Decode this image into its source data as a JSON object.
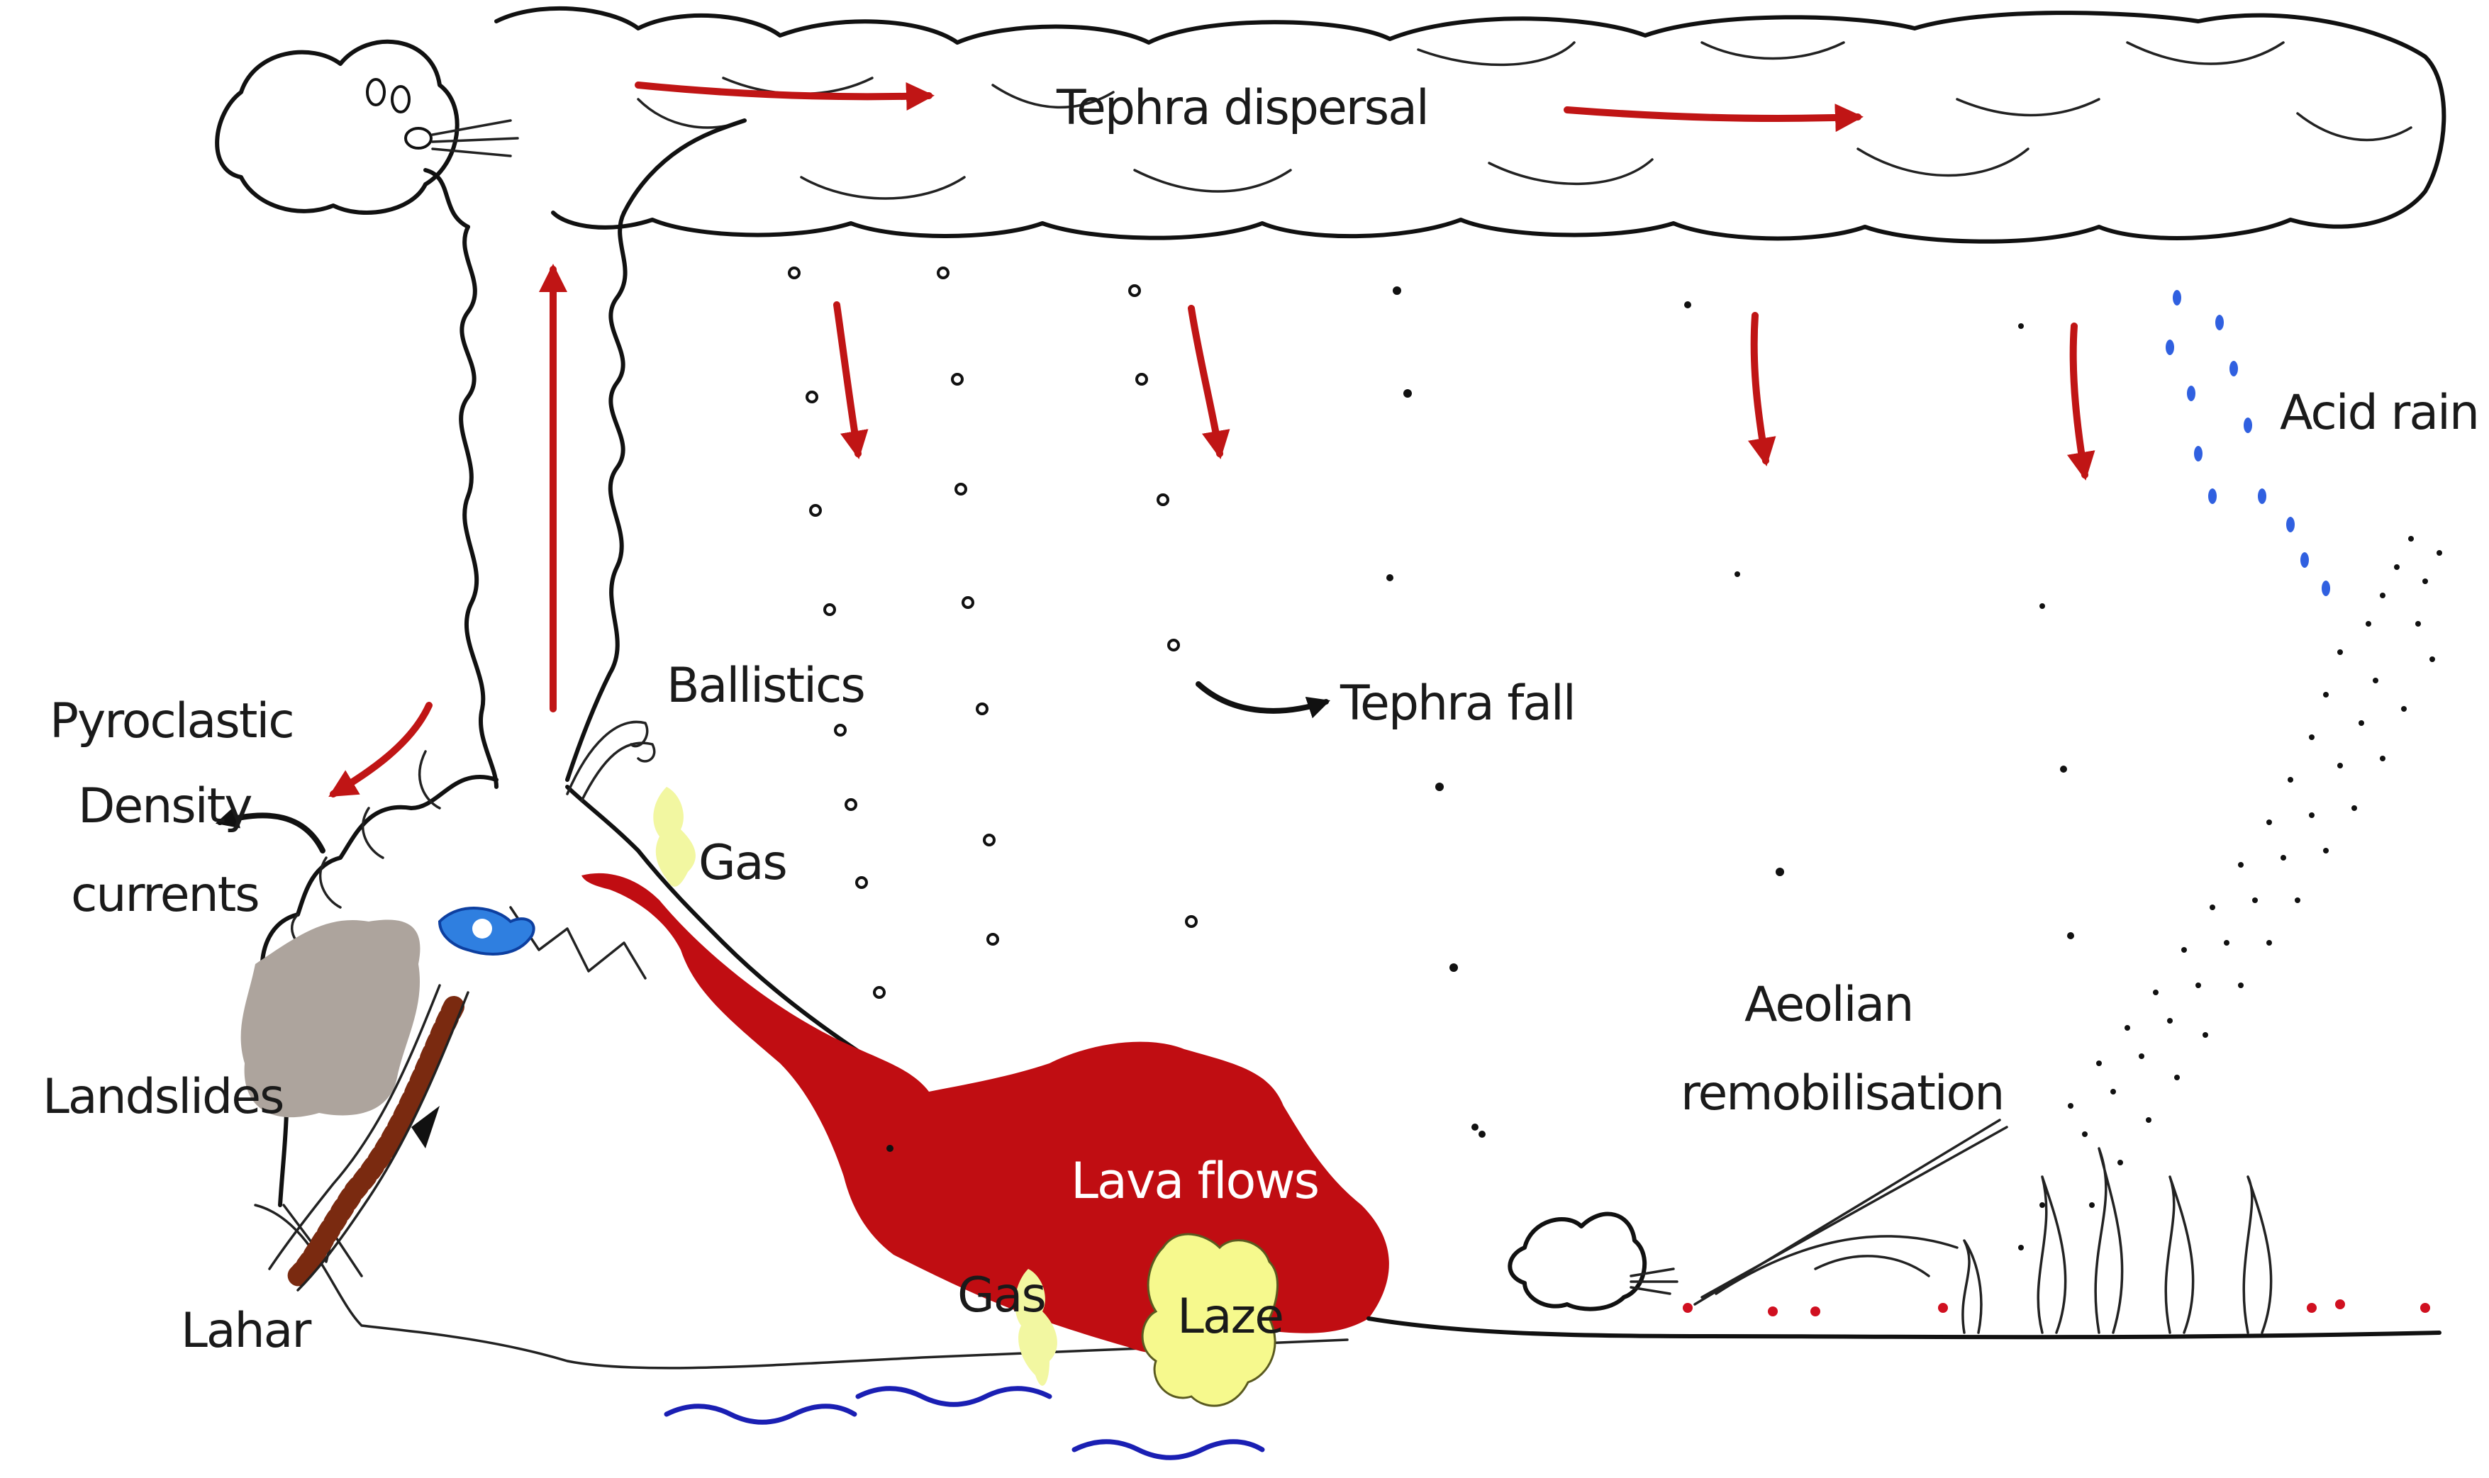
{
  "labels": {
    "tephra_dispersal": "Tephra dispersal",
    "acid_rain": "Acid rain",
    "ballistics": "Ballistics",
    "tephra_fall": "Tephra fall",
    "pdc_line1": "Pyroclastic",
    "pdc_line2": "Density",
    "pdc_line3": "currents",
    "gas_upper": "Gas",
    "gas_lower": "Gas",
    "landslides": "Landslides",
    "lahar": "Lahar",
    "lava_flows": "Lava flows",
    "laze": "Laze",
    "aeolian_line1": "Aeolian",
    "aeolian_line2": "remobilisation"
  },
  "colors": {
    "lava": "#c00d12",
    "arrow_red": "#c01515",
    "gas": "#f2f7a1",
    "laze": "#f6f98d",
    "landslide": "#ada49d",
    "water": "#1a1fb3",
    "rain": "#3060e0",
    "ink": "#111111"
  },
  "icons": [
    "wind-face-icon",
    "water-splash-icon",
    "volcano-icon",
    "plume-icon",
    "ash-cloud-icon",
    "tree-icon",
    "flower-icon"
  ]
}
